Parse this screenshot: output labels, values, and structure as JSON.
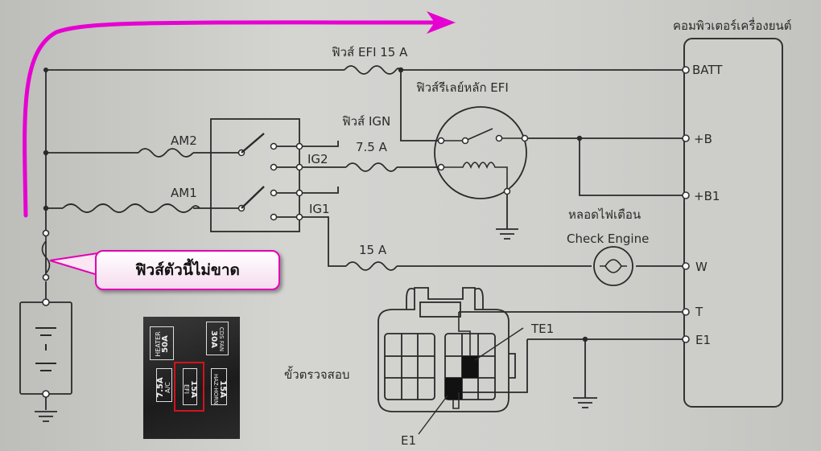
{
  "labels": {
    "ecu_title": "คอมพิวเตอร์เครื่องยนต์",
    "batt": "BATT",
    "plus_b": "+B",
    "plus_b1": "+B1",
    "w": "W",
    "t": "T",
    "e1": "E1",
    "efi_fuse": "ฟิวส์ EFI 15 A",
    "efi_relay": "ฟิวส์รีเลย์หลัก EFI",
    "ign_fuse": "ฟิวส์ IGN",
    "ign_amp": "7.5 A",
    "am2": "AM2",
    "am1": "AM1",
    "ig2": "IG2",
    "ig1": "IG1",
    "fuse_15a": "15 A",
    "check_lamp_thai": "หลอดไฟเตือน",
    "check_engine": "Check Engine",
    "te1": "TE1",
    "test_connector": "ขั้วตรวจสอบ",
    "e1_bottom": "E1"
  },
  "callout": {
    "text": "ฟิวส์ตัวนี้ไม่ขาด"
  },
  "fusebox_photo": {
    "heater": "HEATER",
    "heater_amp": "50A",
    "cds": "CDS FAN",
    "cds_amp": "30A",
    "ac_amp": "7.5A",
    "ac": "A/C",
    "efi_amp": "15A",
    "efi": "EFI",
    "haz_amp": "15A",
    "haz": "HAZ-HORN"
  },
  "colors": {
    "arrow": "#e600d2",
    "callout_border": "#e000b4",
    "highlight": "#d0141e",
    "wire": "#2a2a2a"
  }
}
